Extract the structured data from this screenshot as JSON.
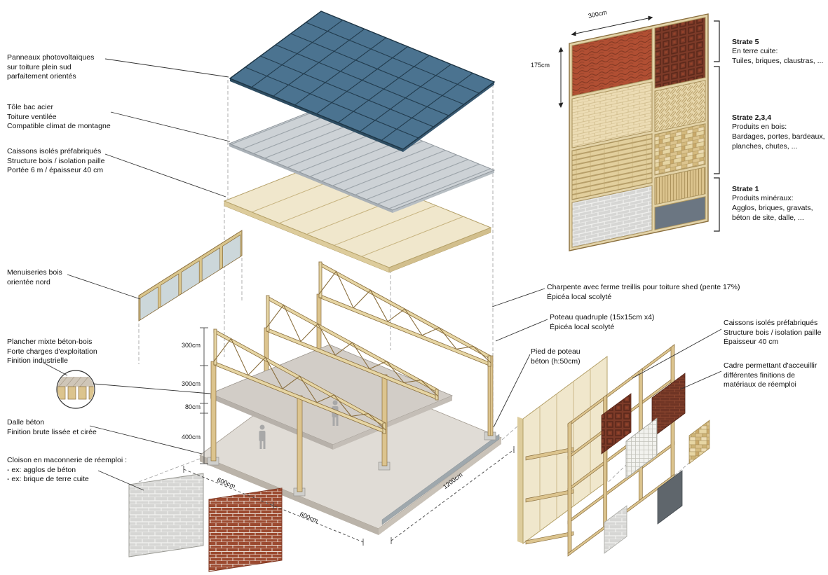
{
  "labels": {
    "pv": "Panneaux photovoltaïques\nsur toiture plein sud\nparfaitement orientés",
    "tole": "Tôle bac acier\nToiture ventilée\nCompatible climat de montagne",
    "caissons_left": "Caissons isolés préfabriqués\nStructure bois / isolation paille\nPortée 6 m / épaisseur 40 cm",
    "menuiseries": "Menuiseries bois\norientée nord",
    "plancher": "Plancher mixte béton-bois\nForte charges d'exploitation\nFinition industrielle",
    "dalle": "Dalle béton\nFinition brute lissée et cirée",
    "cloison": "Cloison en maconnerie de réemploi :\n- ex: agglos de béton\n- ex: brique de terre cuite",
    "charpente": "Charpente avec ferme treillis pour toiture shed (pente 17%)\nÉpicéa local scolyté",
    "poteau": "Poteau quadruple (15x15cm x4)\nÉpicéa local scolyté",
    "pied": "Pied de poteau\nbéton (h:50cm)",
    "caissons_right": "Caissons isolés préfabriqués\nStructure bois / isolation paille\nÉpaisseur 40 cm",
    "cadre": "Cadre permettant d'acceuillir\ndifférentes finitions de\nmatériaux de réemploi"
  },
  "strates": [
    {
      "title": "Strate 5",
      "body": "En terre cuite:\nTuiles, briques, claustras, ..."
    },
    {
      "title": "Strate 2,3,4",
      "body": "Produits en bois:\nBardages, portes, bardeaux,\nplanches, chutes, ..."
    },
    {
      "title": "Strate 1",
      "body": "Produits minéraux:\nAgglos, briques, gravats,\nbéton de site, dalle, ..."
    }
  ],
  "dims": {
    "w300": "300cm",
    "h175": "175cm",
    "h300a": "300cm",
    "h300b": "300cm",
    "h80": "80cm",
    "h400": "400cm",
    "d600a": "600cm",
    "d600b": "600cm",
    "d1200": "1200cm"
  },
  "colors": {
    "pv_panel": "#4b7390",
    "pv_grid": "#223c4e",
    "steel": "#cdd2d6",
    "insulation": "#f0e7cc",
    "wood": "#dcc48e",
    "wood_dark": "#8a6f3f",
    "slab": "#e0dcd6",
    "concrete": "#cfcfcc",
    "brick_red": "#9c4a30",
    "terracotta": "#b14f33",
    "claustra": "#7c3a28",
    "gray_panel": "#6b7682",
    "dark_panel": "#5f666c"
  }
}
